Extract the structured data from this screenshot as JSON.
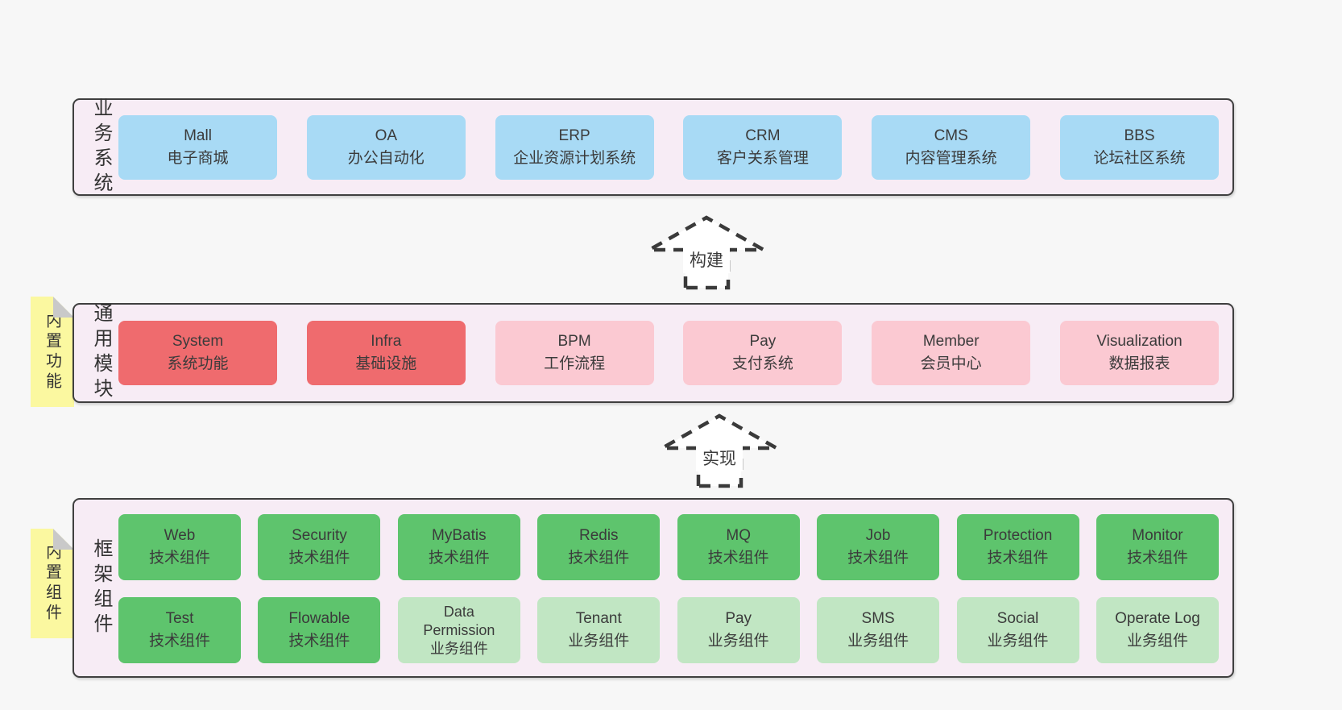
{
  "colors": {
    "page_bg": "#f7f7f7",
    "panel_bg": "#f7ecf5",
    "panel_border": "#3f3f3f",
    "blue_box": "#a8daf5",
    "red_box": "#ef6b6e",
    "pink_box": "#fbc9d2",
    "green_box": "#5ec46d",
    "light_green_box": "#c1e6c3",
    "sticky_yellow": "#fbf8a0",
    "fold_gray": "#c9c9c9",
    "text": "#3b3b3b"
  },
  "arrows": [
    {
      "label": "构建"
    },
    {
      "label": "实现"
    }
  ],
  "bands": [
    {
      "label": "业务系统",
      "boxes": [
        {
          "title": "Mall",
          "subtitle": "电子商城",
          "variant": "blue"
        },
        {
          "title": "OA",
          "subtitle": "办公自动化",
          "variant": "blue"
        },
        {
          "title": "ERP",
          "subtitle": "企业资源计划系统",
          "variant": "blue"
        },
        {
          "title": "CRM",
          "subtitle": "客户关系管理",
          "variant": "blue"
        },
        {
          "title": "CMS",
          "subtitle": "内容管理系统",
          "variant": "blue"
        },
        {
          "title": "BBS",
          "subtitle": "论坛社区系统",
          "variant": "blue"
        }
      ]
    },
    {
      "label": "通用模块",
      "sticky": "内置功能",
      "boxes": [
        {
          "title": "System",
          "subtitle": "系统功能",
          "variant": "red"
        },
        {
          "title": "Infra",
          "subtitle": "基础设施",
          "variant": "red"
        },
        {
          "title": "BPM",
          "subtitle": "工作流程",
          "variant": "pink"
        },
        {
          "title": "Pay",
          "subtitle": "支付系统",
          "variant": "pink"
        },
        {
          "title": "Member",
          "subtitle": "会员中心",
          "variant": "pink"
        },
        {
          "title": "Visualization",
          "subtitle": "数据报表",
          "variant": "pink"
        }
      ]
    },
    {
      "label": "框架组件",
      "sticky": "内置组件",
      "rows": [
        [
          {
            "title": "Web",
            "subtitle": "技术组件",
            "variant": "green"
          },
          {
            "title": "Security",
            "subtitle": "技术组件",
            "variant": "green"
          },
          {
            "title": "MyBatis",
            "subtitle": "技术组件",
            "variant": "green"
          },
          {
            "title": "Redis",
            "subtitle": "技术组件",
            "variant": "green"
          },
          {
            "title": "MQ",
            "subtitle": "技术组件",
            "variant": "green"
          },
          {
            "title": "Job",
            "subtitle": "技术组件",
            "variant": "green"
          },
          {
            "title": "Protection",
            "subtitle": "技术组件",
            "variant": "green"
          },
          {
            "title": "Monitor",
            "subtitle": "技术组件",
            "variant": "green"
          }
        ],
        [
          {
            "title": "Test",
            "subtitle": "技术组件",
            "variant": "green"
          },
          {
            "title": "Flowable",
            "subtitle": "技术组件",
            "variant": "green"
          },
          {
            "title": "Data Permission",
            "subtitle": "业务组件",
            "variant": "lightgreen"
          },
          {
            "title": "Tenant",
            "subtitle": "业务组件",
            "variant": "lightgreen"
          },
          {
            "title": "Pay",
            "subtitle": "业务组件",
            "variant": "lightgreen"
          },
          {
            "title": "SMS",
            "subtitle": "业务组件",
            "variant": "lightgreen"
          },
          {
            "title": "Social",
            "subtitle": "业务组件",
            "variant": "lightgreen"
          },
          {
            "title": "Operate Log",
            "subtitle": "业务组件",
            "variant": "lightgreen"
          }
        ]
      ]
    }
  ]
}
